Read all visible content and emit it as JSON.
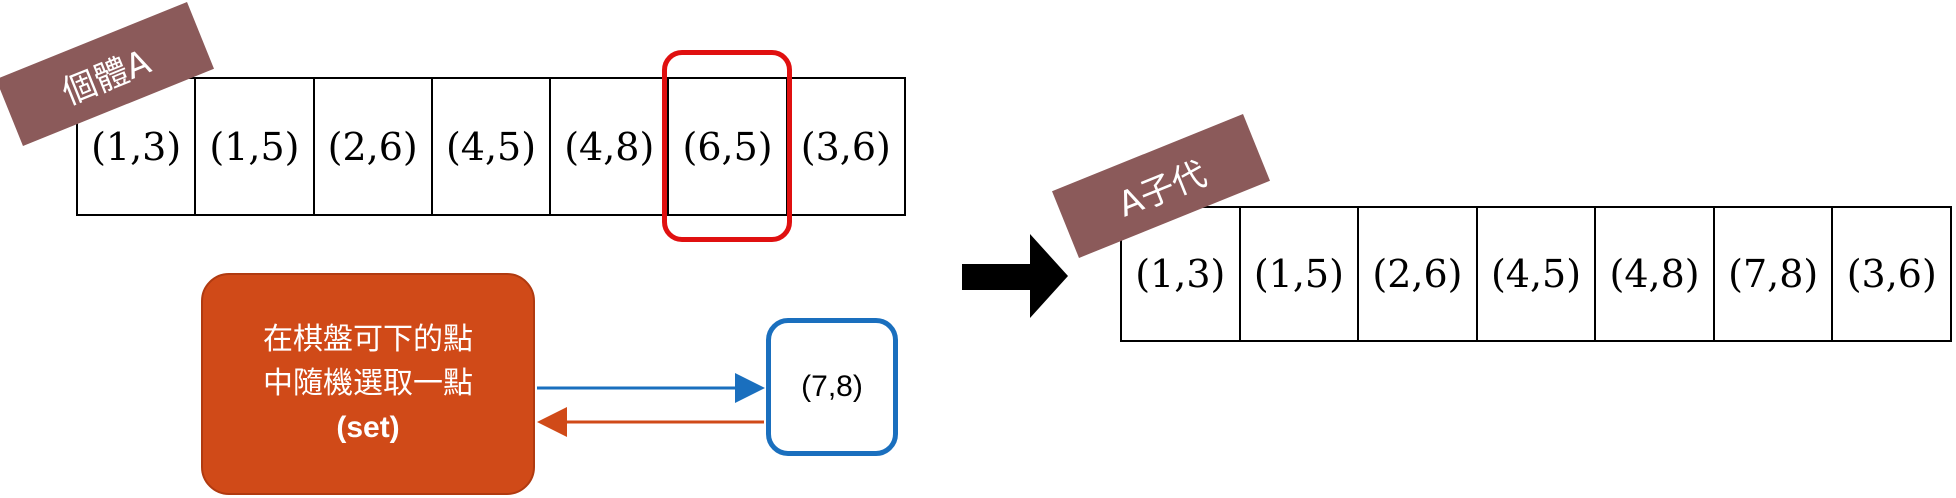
{
  "individual": {
    "label": "個體A",
    "genes": [
      "(1,3)",
      "(1,5)",
      "(2,6)",
      "(4,5)",
      "(4,8)",
      "(6,5)",
      "(3,6)"
    ],
    "highlighted_index": 5
  },
  "action": {
    "line1": "在棋盤可下的點",
    "line2": "中隨機選取一點",
    "line3": "(set)"
  },
  "selected_point": "(7,8)",
  "offspring": {
    "label": "A子代",
    "genes": [
      "(1,3)",
      "(1,5)",
      "(2,6)",
      "(4,5)",
      "(4,8)",
      "(7,8)",
      "(3,6)"
    ]
  },
  "colors": {
    "highlight": "#e01010",
    "action_box": "#d04a18",
    "result_border": "#1a6fbe",
    "tag": "#8B5A5A"
  }
}
